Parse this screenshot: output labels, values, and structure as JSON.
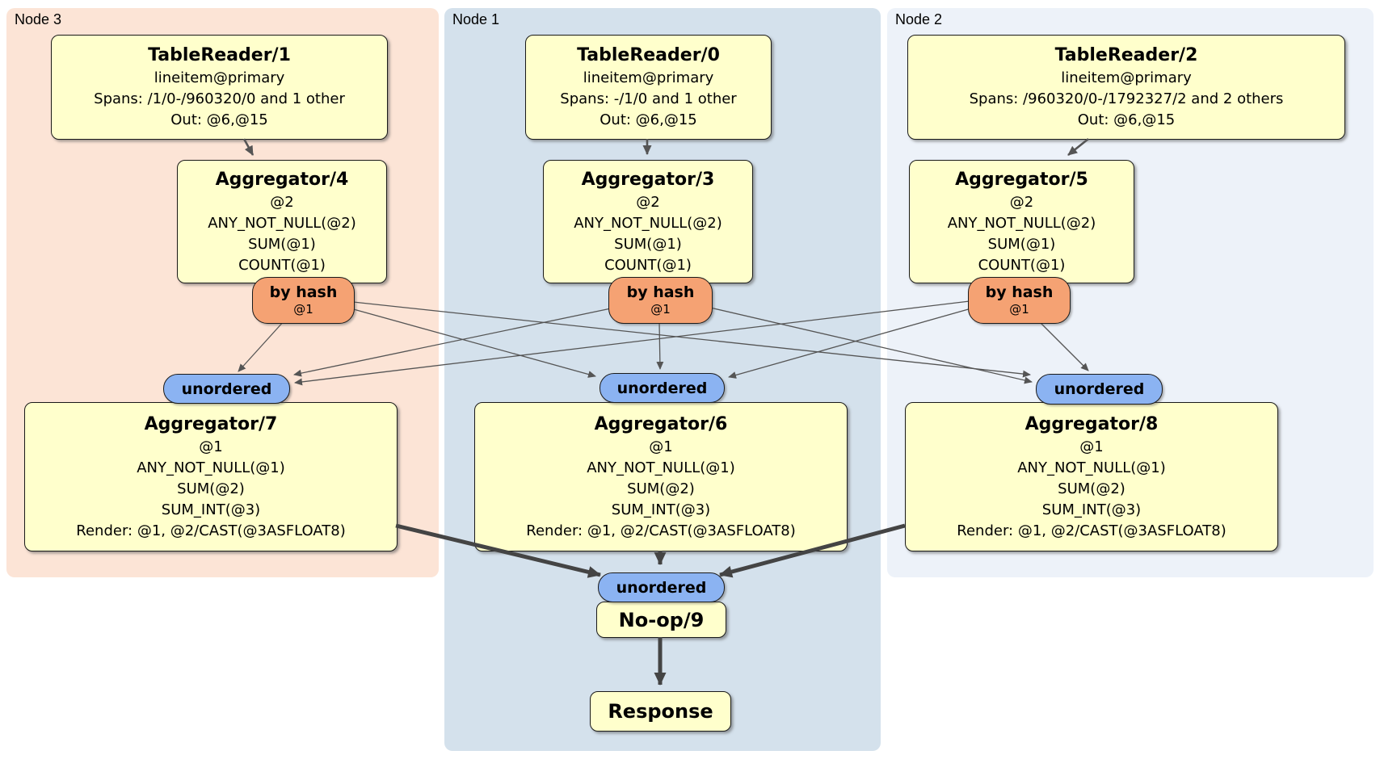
{
  "nodes": [
    {
      "label": "Node 3",
      "table_reader": {
        "title": "TableReader/1",
        "lines": [
          "lineitem@primary",
          "Spans: /1/0-/960320/0 and 1 other",
          "Out: @6,@15"
        ]
      },
      "aggregator_top": {
        "title": "Aggregator/4",
        "lines": [
          "@2",
          "ANY_NOT_NULL(@2)",
          "SUM(@1)",
          "COUNT(@1)"
        ]
      },
      "router": {
        "label": "by hash",
        "detail": "@1"
      },
      "sync": {
        "label": "unordered"
      },
      "aggregator_bottom": {
        "title": "Aggregator/7",
        "lines": [
          "@1",
          "ANY_NOT_NULL(@1)",
          "SUM(@2)",
          "SUM_INT(@3)",
          "Render: @1, @2/CAST(@3ASFLOAT8)"
        ]
      }
    },
    {
      "label": "Node 1",
      "table_reader": {
        "title": "TableReader/0",
        "lines": [
          "lineitem@primary",
          "Spans: -/1/0 and 1 other",
          "Out: @6,@15"
        ]
      },
      "aggregator_top": {
        "title": "Aggregator/3",
        "lines": [
          "@2",
          "ANY_NOT_NULL(@2)",
          "SUM(@1)",
          "COUNT(@1)"
        ]
      },
      "router": {
        "label": "by hash",
        "detail": "@1"
      },
      "sync": {
        "label": "unordered"
      },
      "aggregator_bottom": {
        "title": "Aggregator/6",
        "lines": [
          "@1",
          "ANY_NOT_NULL(@1)",
          "SUM(@2)",
          "SUM_INT(@3)",
          "Render: @1, @2/CAST(@3ASFLOAT8)"
        ]
      },
      "final_sync": {
        "label": "unordered"
      },
      "noop": {
        "title": "No-op/9"
      },
      "response": {
        "title": "Response"
      }
    },
    {
      "label": "Node 2",
      "table_reader": {
        "title": "TableReader/2",
        "lines": [
          "lineitem@primary",
          "Spans: /960320/0-/1792327/2 and 2 others",
          "Out: @6,@15"
        ]
      },
      "aggregator_top": {
        "title": "Aggregator/5",
        "lines": [
          "@2",
          "ANY_NOT_NULL(@2)",
          "SUM(@1)",
          "COUNT(@1)"
        ]
      },
      "router": {
        "label": "by hash",
        "detail": "@1"
      },
      "sync": {
        "label": "unordered"
      },
      "aggregator_bottom": {
        "title": "Aggregator/8",
        "lines": [
          "@1",
          "ANY_NOT_NULL(@1)",
          "SUM(@2)",
          "SUM_INT(@3)",
          "Render: @1, @2/CAST(@3ASFLOAT8)"
        ]
      }
    }
  ],
  "colors": {
    "node3_bg": "#fce4d6",
    "node1_bg": "#d4e1ec",
    "node2_bg": "#edf2f9",
    "box_bg": "#ffffcc",
    "router_bg": "#f5a273",
    "sync_bg": "#8bb3f2",
    "edge": "#555555",
    "thick_edge": "#444444"
  }
}
